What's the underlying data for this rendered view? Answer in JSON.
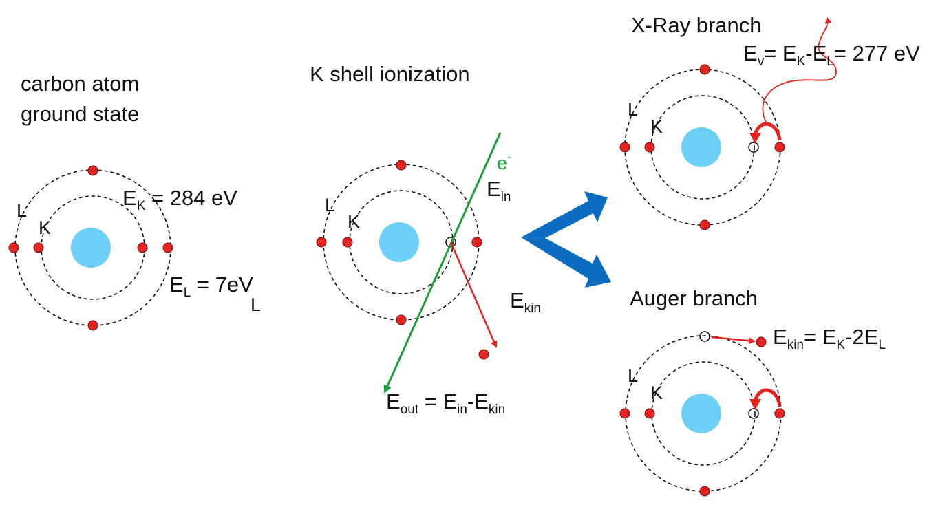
{
  "panels": {
    "ground": {
      "title_line1": "carbon atom",
      "title_line2": "ground state",
      "label_L": "L",
      "label_K": "K",
      "ek_sym": "E",
      "ek_sub": "K",
      "ek_val": " = 284 eV",
      "el_sym": "E",
      "el_sub": "L",
      "el_val": " = 7eV",
      "stray_L": "L"
    },
    "ionization": {
      "title": "K shell ionization",
      "label_L": "L",
      "label_K": "K",
      "electron": "e",
      "electron_sup": "-",
      "ein_sym": "E",
      "ein_sub": "in",
      "ekin_sym": "E",
      "ekin_sub": "kin",
      "eout_a": "E",
      "eout_a_sub": "out",
      "eout_eq": " = E",
      "eout_b_sub": "in",
      "eout_minus": "-E",
      "eout_c_sub": "kin"
    },
    "xray": {
      "title": "X-Ray branch",
      "label_L": "L",
      "label_K": "K",
      "e1": "E",
      "e1_sub": "v",
      "e2": "= E",
      "e2_sub": "K",
      "e3": "-E",
      "e3_sub": "L",
      "e4": "= 277 eV"
    },
    "auger": {
      "title": "Auger branch",
      "label_L": "L",
      "label_K": "K",
      "e1": "E",
      "e1_sub": "kin",
      "e2": "= E",
      "e2_sub": "K",
      "e3": "-2E",
      "e3_sub": "L"
    }
  },
  "colors": {
    "nucleus": "#6ccff6",
    "electron": "#e52421",
    "orbit": "#111111",
    "incident_electron": "#1aa03a",
    "ejected": "#e52421",
    "branch_arrow": "#0b6cc1"
  }
}
